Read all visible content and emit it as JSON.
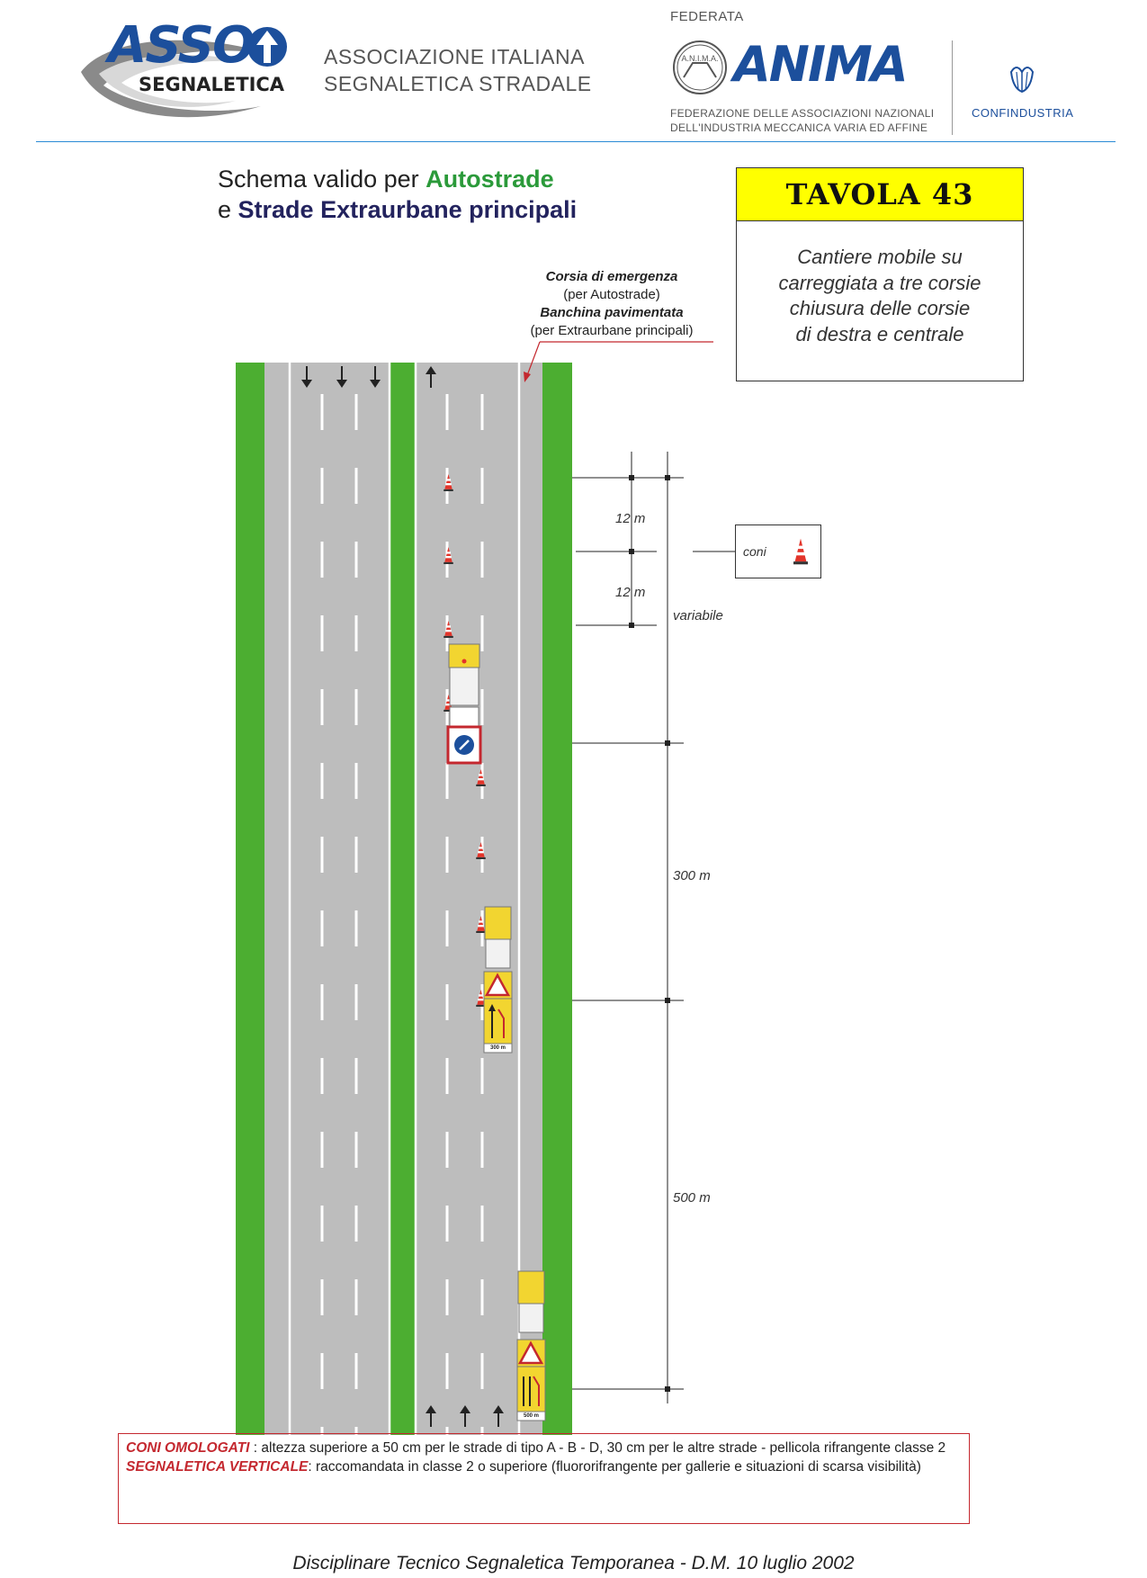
{
  "header": {
    "asso_logo_top": "ASSO",
    "asso_logo_bottom": "SEGNALETICA",
    "asso_name_line1": "ASSOCIAZIONE ITALIANA",
    "asso_name_line2": "SEGNALETICA STRADALE",
    "federata": "FEDERATA",
    "anima_seal": "A.N.I.M.A.",
    "anima_logo": "ANIMA",
    "anima_sub_line1": "FEDERAZIONE DELLE ASSOCIAZIONI NAZIONALI",
    "anima_sub_line2": "DELL'INDUSTRIA MECCANICA VARIA ED AFFINE",
    "confindustria": "CONFINDUSTRIA",
    "brand_blue": "#1c4f9c"
  },
  "title": {
    "line1_prefix": "Schema valido per ",
    "line1_highlight": "Autostrade",
    "line2_prefix": "e ",
    "line2_highlight": "Strade Extraurbane principali"
  },
  "tavola": {
    "heading": "TAVOLA  43",
    "description_lines": [
      "Cantiere mobile su",
      "carreggiata a tre corsie",
      "chiusura delle corsie",
      "di destra e centrale"
    ],
    "heading_color": "#ffff00"
  },
  "emergency_lane": {
    "label1": "Corsia di emergenza",
    "label1_note": "(per Autostrade)",
    "label2": "Banchina pavimentata",
    "label2_note": "(per Extraurbane principali)"
  },
  "dimensions": {
    "seg1": "12 m",
    "seg2": "12 m",
    "seg3": "variabile",
    "seg4": "300 m",
    "seg5": "500 m"
  },
  "legend": {
    "cones_label": "coni"
  },
  "signs": {
    "panel_300": "300 m",
    "panel_500": "500 m"
  },
  "notes": {
    "line1_key": "CONI OMOLOGATI",
    "line1_text": " : altezza superiore a 50 cm per le strade di tipo A - B - D, 30 cm per le altre strade - pellicola rifrangente classe 2",
    "line2_key": "SEGNALETICA VERTICALE",
    "line2_text": ": raccomandata in classe 2 o superiore (fluororifrangente per gallerie e situazioni di scarsa visibilità)"
  },
  "footer": "Disciplinare Tecnico Segnaletica Temporanea - D.M.  10 luglio 2002",
  "colors": {
    "grass": "#4cae31",
    "road": "#bdbdbd",
    "cone": "#e3342a",
    "note_border": "#c4282f"
  }
}
